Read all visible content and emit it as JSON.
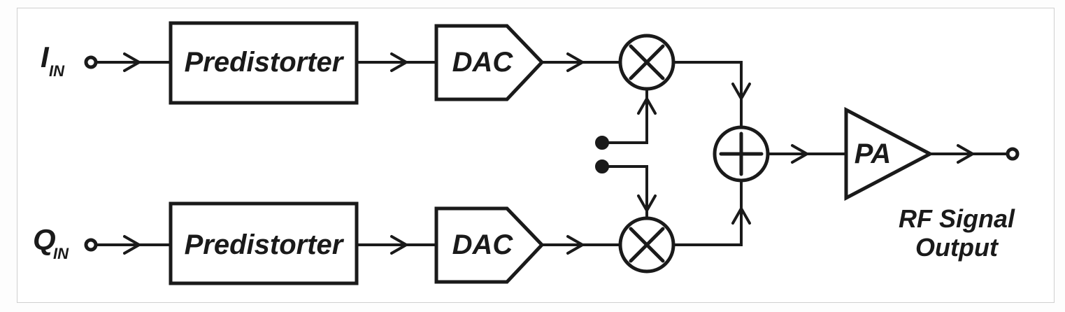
{
  "figure": {
    "kind": "rf-transmitter-block-diagram",
    "background_color": "#ffffff",
    "frame_color": "#cfcfcf",
    "line_color": "#1a1a1a"
  },
  "inputs": [
    {
      "id": "i-in",
      "label": "I",
      "subscript": "IN",
      "terminal": "open-circle"
    },
    {
      "id": "q-in",
      "label": "Q",
      "subscript": "IN",
      "terminal": "open-circle"
    }
  ],
  "blocks": {
    "predistorter_top": {
      "label": "Predistorter",
      "shape": "rectangle"
    },
    "predistorter_bottom": {
      "label": "Predistorter",
      "shape": "rectangle"
    },
    "dac_top": {
      "label": "DAC",
      "shape": "pentagon"
    },
    "dac_bottom": {
      "label": "DAC",
      "shape": "pentagon"
    },
    "mixer_top": {
      "label": "×",
      "shape": "circle-x"
    },
    "mixer_bottom": {
      "label": "×",
      "shape": "circle-x"
    },
    "summer": {
      "label": "+",
      "shape": "circle-plus"
    },
    "amplifier": {
      "label": "PA",
      "shape": "triangle"
    }
  },
  "lo_ports": [
    {
      "id": "lo-top",
      "terminal": "filled-dot",
      "feeds": "mixer_top"
    },
    {
      "id": "lo-bottom",
      "terminal": "filled-dot",
      "feeds": "mixer_bottom"
    }
  ],
  "output": {
    "terminal": "open-circle",
    "label_line1": "RF Signal",
    "label_line2": "Output"
  }
}
